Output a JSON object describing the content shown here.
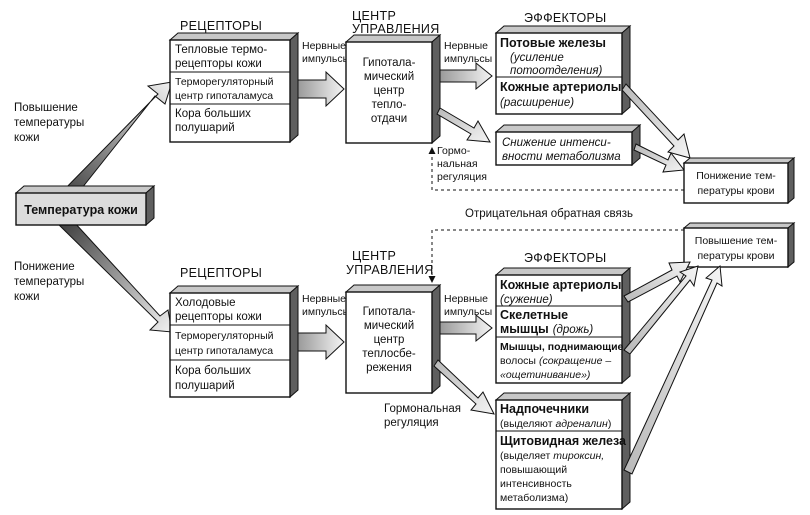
{
  "root": {
    "label": "Температура кожи"
  },
  "branch_top": {
    "trigger": [
      "Повышение",
      "температуры",
      "кожи"
    ],
    "receptors_header": "РЕЦЕПТОРЫ",
    "receptors": [
      "Тепловые термо-",
      "рецепторы кожи",
      "Терморегуляторный",
      "центр гипоталамуса",
      "Кора больших",
      "полушарий"
    ],
    "nerve_label_1": [
      "Нервные",
      "импульсы"
    ],
    "center_header": [
      "ЦЕНТР",
      "УПРАВЛЕНИЯ"
    ],
    "center": [
      "Гипотала-",
      "мический",
      "центр",
      "тепло-",
      "отдачи"
    ],
    "nerve_label_2": [
      "Нервные",
      "импульсы"
    ],
    "effectors_header": "ЭФФЕКТОРЫ",
    "effector1_title": "Потовые железы",
    "effector1_note": [
      "(усиление",
      "потоотделения)"
    ],
    "effector2_title": "Кожные артериолы",
    "effector2_note": "(расширение)",
    "metabolism": [
      "Снижение интенси-",
      "вности метаболизма"
    ],
    "hormonal": [
      "Гормо-",
      "нальная",
      "регуляция"
    ],
    "result": [
      "Понижение тем-",
      "пературы крови"
    ]
  },
  "feedback_label": "Отрицательная обратная связь",
  "branch_bottom": {
    "trigger": [
      "Понижение",
      "температуры",
      "кожи"
    ],
    "receptors_header": "РЕЦЕПТОРЫ",
    "receptors": [
      "Холодовые",
      "рецепторы кожи",
      "Терморегуляторный",
      "центр гипоталамуса",
      "Кора больших",
      "полушарий"
    ],
    "nerve_label_1": [
      "Нервные",
      "импульсы"
    ],
    "center_header": [
      "ЦЕНТР",
      "УПРАВЛЕНИЯ"
    ],
    "center": [
      "Гипотала-",
      "мический",
      "центр",
      "теплосбе-",
      "режения"
    ],
    "nerve_label_2": [
      "Нервные",
      "импульсы"
    ],
    "effectors_header": "ЭФФЕКТОРЫ",
    "effector1_title": "Кожные артериолы",
    "effector1_note": "(сужение)",
    "effector2_title": [
      "Скелетные",
      "мышцы"
    ],
    "effector2_note": "(дрожь)",
    "effector3_title": [
      "Мышцы, поднимающие",
      "волосы"
    ],
    "effector3_note": [
      "(сокращение –",
      "«ощетинивание»)"
    ],
    "hormonal": [
      "Гормональная",
      "регуляция"
    ],
    "gland1_title": "Надпочечники",
    "gland1_note_plain": "(выделяют ",
    "gland1_note_italic": "адреналин",
    "gland1_note_end": ")",
    "gland2_title": "Щитовидная железа",
    "gland2_note_plain": "(выделяет ",
    "gland2_note_italic": "тироксин,",
    "gland2_note_rest": [
      "повышающий",
      "интенсивность",
      "метаболизма)"
    ],
    "result": [
      "Повышение тем-",
      "пературы крови"
    ]
  }
}
